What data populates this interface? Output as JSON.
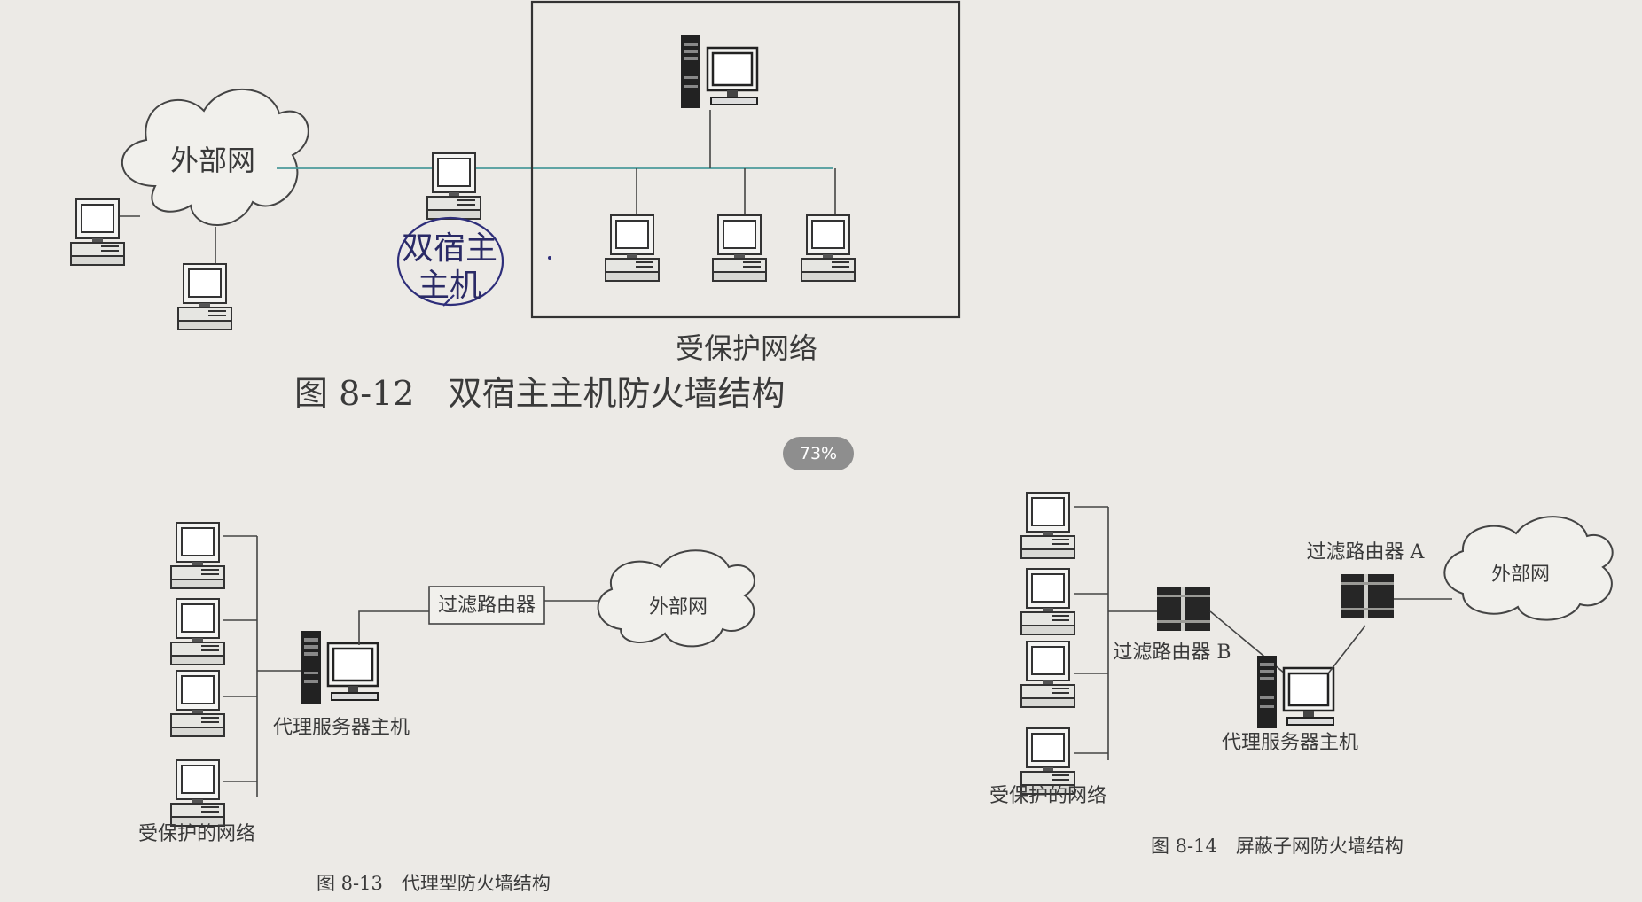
{
  "fig12": {
    "external_net": "外部网",
    "dual_host_line1": "双宿主",
    "dual_host_line2": "主机",
    "protected_net": "受保护网络",
    "caption": "图 8-12　双宿主主机防火墙结构"
  },
  "zoom": {
    "level": "73%"
  },
  "fig13": {
    "filter_router": "过滤路由器",
    "external_net": "外部网",
    "proxy_host": "代理服务器主机",
    "protected_net": "受保护的网络",
    "caption": "图 8-13　代理型防火墙结构"
  },
  "fig14": {
    "filter_router_a": "过滤路由器 A",
    "external_net": "外部网",
    "filter_router_b": "过滤路由器 B",
    "proxy_host": "代理服务器主机",
    "protected_net": "受保护的网络",
    "caption": "图 8-14　屏蔽子网防火墙结构"
  },
  "colors": {
    "background": "#eceae6",
    "link_teal": "#4b9a9a",
    "ink": "#3a3a3a",
    "handwriting": "#2a2a66"
  }
}
